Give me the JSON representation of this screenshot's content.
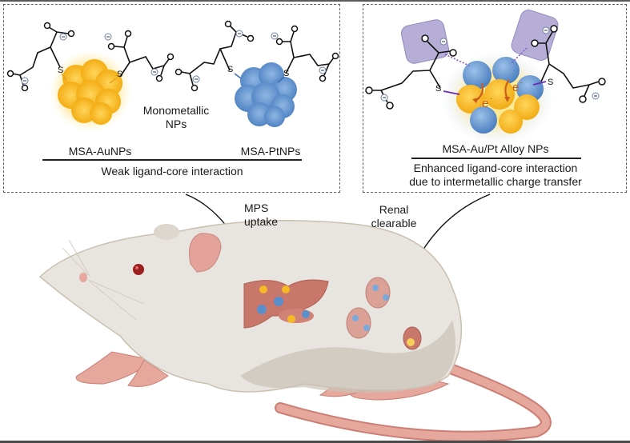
{
  "figure": {
    "left_panel": {
      "center_label_line1": "Monometallic",
      "center_label_line2": "NPs",
      "au_label": "MSA-AuNPs",
      "pt_label": "MSA-PtNPs",
      "caption": "Weak ligand-core interaction",
      "atoms": {
        "sulfur": "S",
        "oxygen": "O",
        "charge": "−"
      }
    },
    "right_panel": {
      "title": "MSA-Au/Pt Alloy NPs",
      "caption_line1": "Enhanced ligand-core interaction",
      "caption_line2": "due to intermetallic charge transfer",
      "electron_label": "e",
      "electron_sup": "-"
    },
    "mouse": {
      "mps_line1": "MPS",
      "mps_line2": "uptake",
      "renal_line1": "Renal",
      "renal_line2": "clearable"
    },
    "colors": {
      "gold": "#f6b824",
      "platinum": "#5b8fcb",
      "ligand_highlight": "#b3abd3",
      "electron_arrow": "#c8601c",
      "organ": "#c9776a",
      "mouse_body": "#e8e4e0",
      "mouse_shadow": "#cbc2b6",
      "mouse_skin": "#e6a79c"
    }
  }
}
